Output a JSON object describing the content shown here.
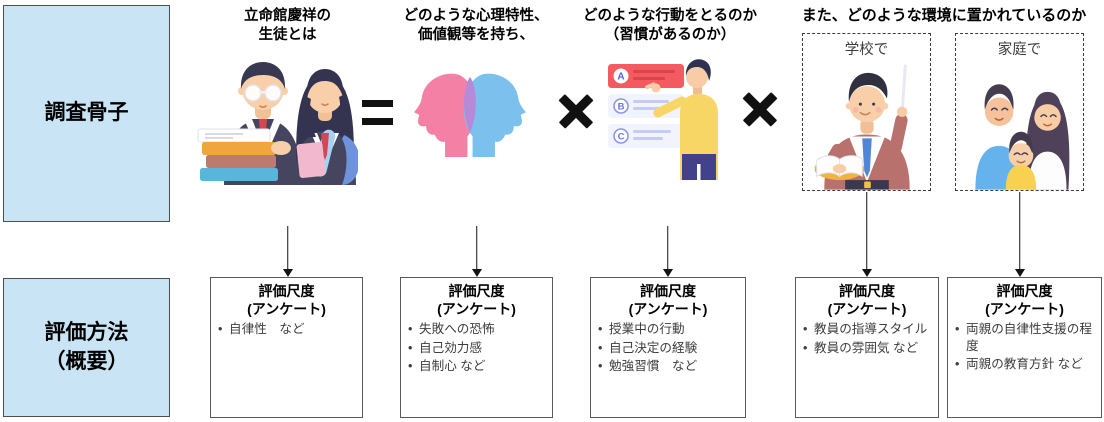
{
  "row_labels": {
    "survey_framework": "調査骨子",
    "evaluation_method_line1": "評価方法",
    "evaluation_method_line2": "（概要）"
  },
  "operators": {
    "equals": "＝",
    "multiply_first": "×",
    "multiply_second": "×"
  },
  "environment_header": "また、どのような環境に置かれているのか",
  "checklist_letters": {
    "a": "A",
    "b": "B",
    "c": "C"
  },
  "columns": [
    {
      "id": "students",
      "header_line1": "立命館慶祥の",
      "header_line2": "生徒とは",
      "icon": "students-illustration",
      "eval_title": "評価尺度",
      "eval_subtitle": "(アンケート)",
      "bullets": [
        "自律性　など"
      ]
    },
    {
      "id": "psychology",
      "header_line1": "どのような心理特性、",
      "header_line2": "価値観等を持ち、",
      "icon": "overlapping-minds-illustration",
      "eval_title": "評価尺度",
      "eval_subtitle": "(アンケート)",
      "bullets": [
        "失敗への恐怖",
        "自己効力感",
        "自制心 など"
      ]
    },
    {
      "id": "behavior",
      "header_line1": "どのような行動をとるのか",
      "header_line2": "（習慣があるのか）",
      "icon": "checklist-person-illustration",
      "eval_title": "評価尺度",
      "eval_subtitle": "(アンケート)",
      "bullets": [
        "授業中の行動",
        "自己決定の経験",
        "勉強習慣　など"
      ]
    },
    {
      "id": "school",
      "box_label": "学校で",
      "icon": "teacher-illustration",
      "eval_title": "評価尺度",
      "eval_subtitle": "(アンケート)",
      "bullets": [
        "教員の指導スタイル",
        "教員の雰囲気 など"
      ]
    },
    {
      "id": "home",
      "box_label": "家庭で",
      "icon": "family-illustration",
      "eval_title": "評価尺度",
      "eval_subtitle": "(アンケート)",
      "bullets": [
        "両親の自律性支援の程度",
        "両親の教育方針 など"
      ]
    }
  ],
  "colors": {
    "panel_blue": "#c9e5f5",
    "border_dark": "#4d4d4d",
    "mind_pink": "#f580a5",
    "mind_blue": "#7cc0ee",
    "mind_overlap_purple": "#b58ad8",
    "card_red": "#f45b60",
    "shirt_yellow": "#f8d666",
    "cardigan_rose": "#b8716c",
    "dad_shirt_blue": "#66b2ec",
    "kid_shirt_yellow": "#f7d14f"
  }
}
